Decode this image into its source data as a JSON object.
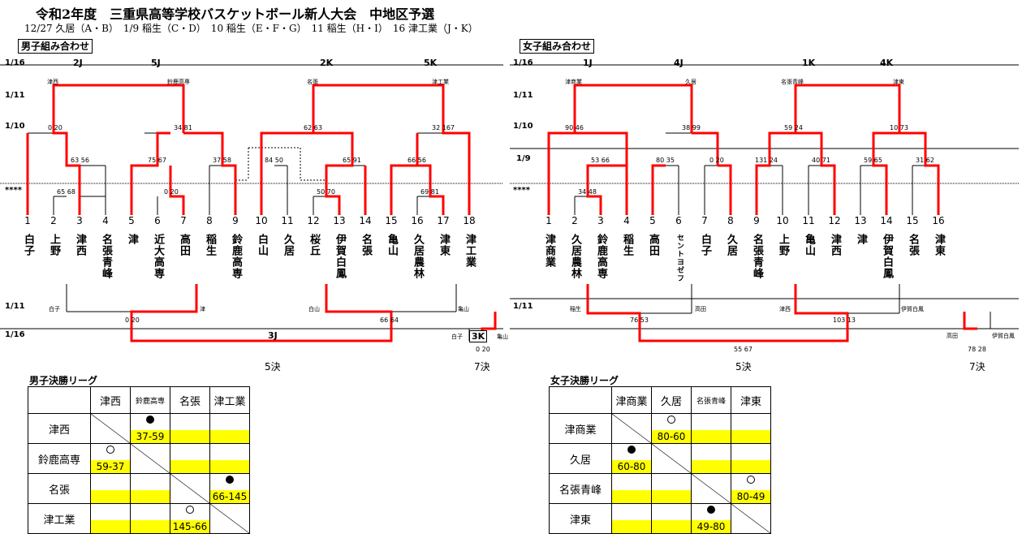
{
  "header": {
    "title": "令和2年度　三重県高等学校バスケットボール新人大会　中地区予選",
    "schedule": "12/27 久居（A・B）　1/9 稲生（C・D）　10 稲生（E・F・G）　11 稲生（H・I）　16 津工業（J・K）"
  },
  "boys": {
    "label": "男子組み合わせ",
    "levels": {
      "r116": "1/16",
      "r111": "1/11",
      "r110": "1/10",
      "r4": "****",
      "b111": "1/11",
      "b116": "1/16"
    },
    "groups": {
      "g2J": "2J",
      "g5J": "5J",
      "g2K": "2K",
      "g5K": "5K",
      "g3J": "3J",
      "g3K": "3K"
    },
    "teams": [
      {
        "n": "1",
        "name": "白子"
      },
      {
        "n": "2",
        "name": "上野"
      },
      {
        "n": "3",
        "name": "津西"
      },
      {
        "n": "4",
        "name": "名張青峰"
      },
      {
        "n": "5",
        "name": "津"
      },
      {
        "n": "6",
        "name": "近大高専"
      },
      {
        "n": "7",
        "name": "高田"
      },
      {
        "n": "8",
        "name": "稲生"
      },
      {
        "n": "9",
        "name": "鈴鹿高専"
      },
      {
        "n": "10",
        "name": "白山"
      },
      {
        "n": "11",
        "name": "久居"
      },
      {
        "n": "12",
        "name": "桜丘"
      },
      {
        "n": "13",
        "name": "伊賀白鳳"
      },
      {
        "n": "14",
        "name": "名張"
      },
      {
        "n": "15",
        "name": "亀山"
      },
      {
        "n": "16",
        "name": "久居農林"
      },
      {
        "n": "17",
        "name": "津東"
      },
      {
        "n": "18",
        "name": "津工業"
      }
    ],
    "winners": {
      "tsunishi": "津西",
      "suzuka": "鈴鹿高専",
      "nabari": "名張",
      "tsukogyo": "津工業"
    },
    "scores": {
      "s1": "0",
      "s1b": "20",
      "s2": "65",
      "s2b": "68",
      "s3": "63",
      "s3b": "56",
      "s4": "0",
      "s4b": "20",
      "s5": "75",
      "s5b": "67",
      "s6": "37",
      "s6b": "58",
      "s7": "34",
      "s7b": "81",
      "s8": "84",
      "s8b": "50",
      "s9": "50",
      "s9b": "70",
      "s10": "65",
      "s10b": "91",
      "s11": "62",
      "s11b": "63",
      "s12": "69",
      "s12b": "81",
      "s13": "66",
      "s13b": "56",
      "s14": "32",
      "s14b": "167",
      "b1": "0",
      "b1b": "20",
      "b2": "66",
      "b2b": "64",
      "b3": "0",
      "b3b": "20"
    },
    "bottom_teams": {
      "shiroko": "白子",
      "tsu": "津",
      "hakusan": "白山",
      "kameyama": "亀山",
      "shiroko2": "白子",
      "kameyama2": "亀山"
    },
    "results": {
      "r5": "5決",
      "r7": "7決"
    }
  },
  "girls": {
    "label": "女子組み合わせ",
    "levels": {
      "r116": "1/16",
      "r111": "1/11",
      "r110": "1/10",
      "r19": "1/9",
      "r4": "****",
      "b111": "1/11"
    },
    "groups": {
      "g1J": "1J",
      "g4J": "4J",
      "g1K": "1K",
      "g4K": "4K"
    },
    "teams": [
      {
        "n": "1",
        "name": "津商業"
      },
      {
        "n": "2",
        "name": "久居農林"
      },
      {
        "n": "3",
        "name": "鈴鹿高専"
      },
      {
        "n": "4",
        "name": "稲生"
      },
      {
        "n": "5",
        "name": "高田"
      },
      {
        "n": "6",
        "name": "セントヨゼフ"
      },
      {
        "n": "7",
        "name": "白子"
      },
      {
        "n": "8",
        "name": "久居"
      },
      {
        "n": "9",
        "name": "名張青峰"
      },
      {
        "n": "10",
        "name": "上野"
      },
      {
        "n": "11",
        "name": "亀山"
      },
      {
        "n": "12",
        "name": "津西"
      },
      {
        "n": "13",
        "name": "津"
      },
      {
        "n": "14",
        "name": "伊賀白鳳"
      },
      {
        "n": "15",
        "name": "名張"
      },
      {
        "n": "16",
        "name": "津東"
      }
    ],
    "winners": {
      "tsushogyo": "津商業",
      "hisai": "久居",
      "nabariseiho": "名張青峰",
      "tsuhigashi": "津東"
    },
    "scores": {
      "s1": "34",
      "s1b": "48",
      "s2": "53",
      "s2b": "66",
      "s3": "80",
      "s3b": "35",
      "s4": "0",
      "s4b": "20",
      "s5": "131",
      "s5b": "24",
      "s6": "40",
      "s6b": "71",
      "s7": "59",
      "s7b": "65",
      "s8": "31",
      "s8b": "62",
      "s9": "90",
      "s9b": "46",
      "s10": "38",
      "s10b": "99",
      "s11": "59",
      "s11b": "24",
      "s12": "10",
      "s12b": "73",
      "b1": "76",
      "b1b": "53",
      "b2": "103",
      "b2b": "13",
      "b3": "55",
      "b3b": "67",
      "b4": "78",
      "b4b": "28"
    },
    "bottom_teams": {
      "inou": "稲生",
      "takada": "高田",
      "tsunishi": "津西",
      "igahakuho": "伊賀白鳳",
      "takada2": "高田",
      "igahakuho2": "伊賀白鳳"
    },
    "results": {
      "r5": "5決",
      "r7": "7決"
    }
  },
  "boys_league": {
    "title": "男子決勝リーグ",
    "teams": [
      "津西",
      "鈴鹿高専",
      "名張",
      "津工業"
    ],
    "cells": [
      [
        "",
        "●37-59",
        "",
        ""
      ],
      [
        "○59-37",
        "",
        "",
        ""
      ],
      [
        "",
        "",
        "",
        "●66-145"
      ],
      [
        "",
        "",
        "○145-66",
        ""
      ]
    ]
  },
  "girls_league": {
    "title": "女子決勝リーグ",
    "teams": [
      "津商業",
      "久居",
      "名張青峰",
      "津東"
    ],
    "cells": [
      [
        "",
        "○80-60",
        "",
        ""
      ],
      [
        "●60-80",
        "",
        "",
        ""
      ],
      [
        "",
        "",
        "",
        "○80-49"
      ],
      [
        "",
        "",
        "●49-80",
        ""
      ]
    ]
  },
  "colors": {
    "win_line": "#ff0000",
    "line": "#000000",
    "highlight": "#ffff00"
  }
}
